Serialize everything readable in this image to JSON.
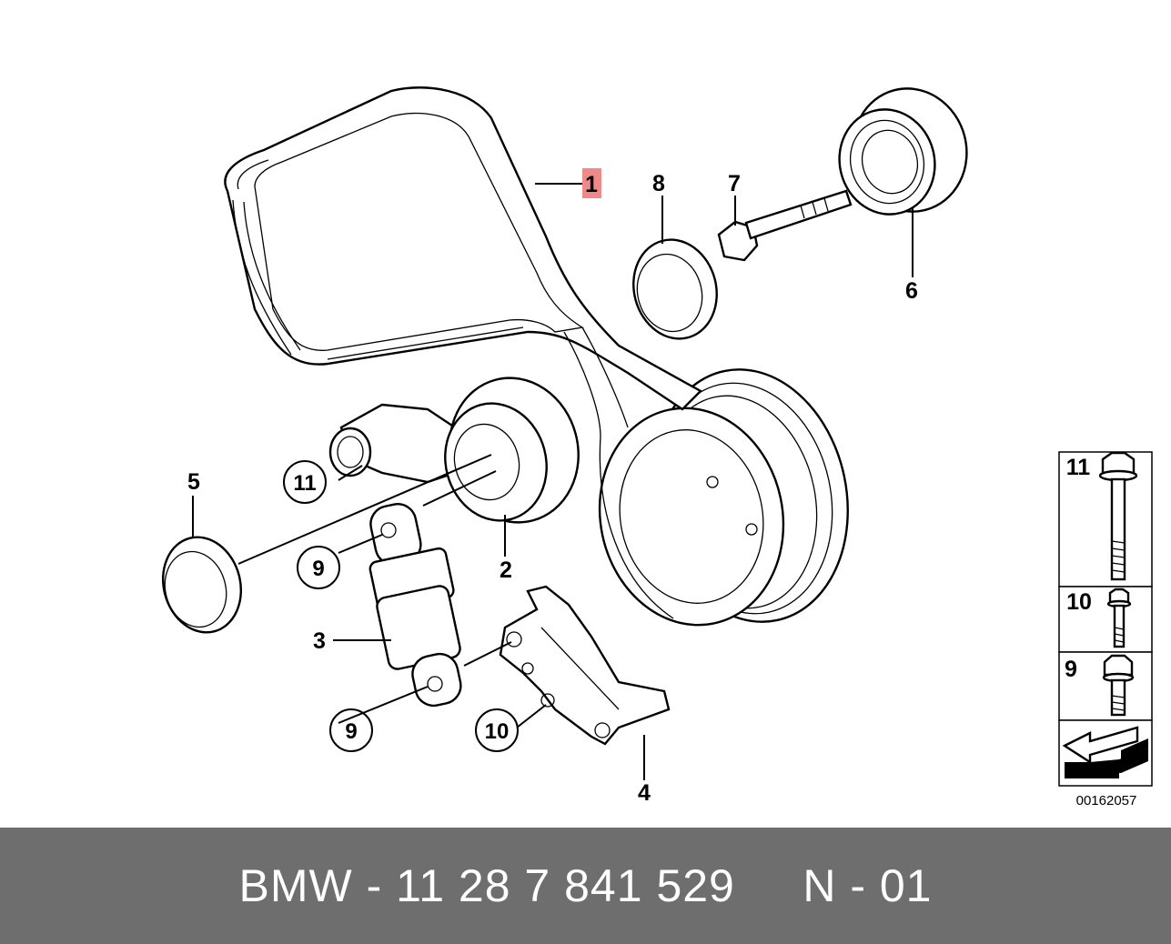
{
  "diagram": {
    "callouts": [
      {
        "id": "1",
        "highlighted": true
      },
      {
        "id": "2"
      },
      {
        "id": "3"
      },
      {
        "id": "4"
      },
      {
        "id": "5"
      },
      {
        "id": "6"
      },
      {
        "id": "7"
      },
      {
        "id": "8"
      },
      {
        "id": "9a",
        "text": "9",
        "circled": true
      },
      {
        "id": "9b",
        "text": "9",
        "circled": true
      },
      {
        "id": "10",
        "circled": true
      },
      {
        "id": "11",
        "circled": true
      }
    ],
    "labels": {
      "c1": "1",
      "c2": "2",
      "c3": "3",
      "c4": "4",
      "c5": "5",
      "c6": "6",
      "c7": "7",
      "c8": "8",
      "c9a": "9",
      "c9b": "9",
      "c10": "10",
      "c11": "11"
    },
    "legend": {
      "items": [
        {
          "num": "11",
          "icon": "long-flange-bolt-icon"
        },
        {
          "num": "10",
          "icon": "short-flange-bolt-icon"
        },
        {
          "num": "9",
          "icon": "hex-flange-bolt-icon"
        }
      ],
      "arrow_icon": "direction-arrow-icon"
    },
    "diagram_number": "00162057",
    "highlight_color": "#f08a8a"
  },
  "footer": {
    "text": "BMW - 11 28 7 841 529     N - 01",
    "bg_color": "#6e6e6e"
  }
}
